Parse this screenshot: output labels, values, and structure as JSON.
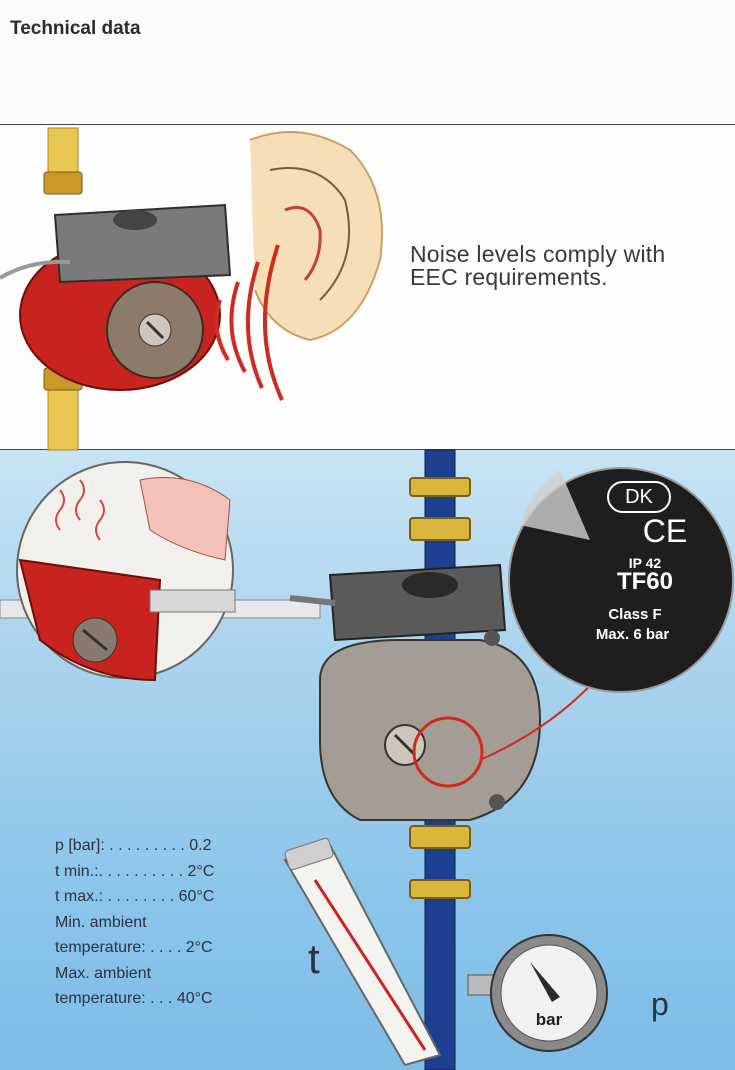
{
  "header": {
    "title": "Technical data"
  },
  "noise": {
    "line1": "Noise levels comply with",
    "line2": "EEC requirements."
  },
  "rating_plate": {
    "country": "DK",
    "mark": "CE",
    "ip": "IP 42",
    "model": "TF60",
    "class": "Class F",
    "pressure": "Max. 6 bar"
  },
  "specs": [
    "p [bar]: . . . . . . . . . 0.2",
    "t min.:. . . . . . . . . . 2°C",
    "t max.: . . . . . . . . 60°C",
    "Min. ambient",
    "temperature: . . . . 2°C",
    "Max. ambient",
    "temperature: . . . 40°C"
  ],
  "labels": {
    "temperature": "t",
    "pressure": "p",
    "gauge_unit": "bar"
  },
  "colors": {
    "pump_red": "#c8231e",
    "pipe_blue": "#1d3f8f",
    "fitting_brass": "#d9b73c",
    "sky": "#a9d3ee"
  }
}
